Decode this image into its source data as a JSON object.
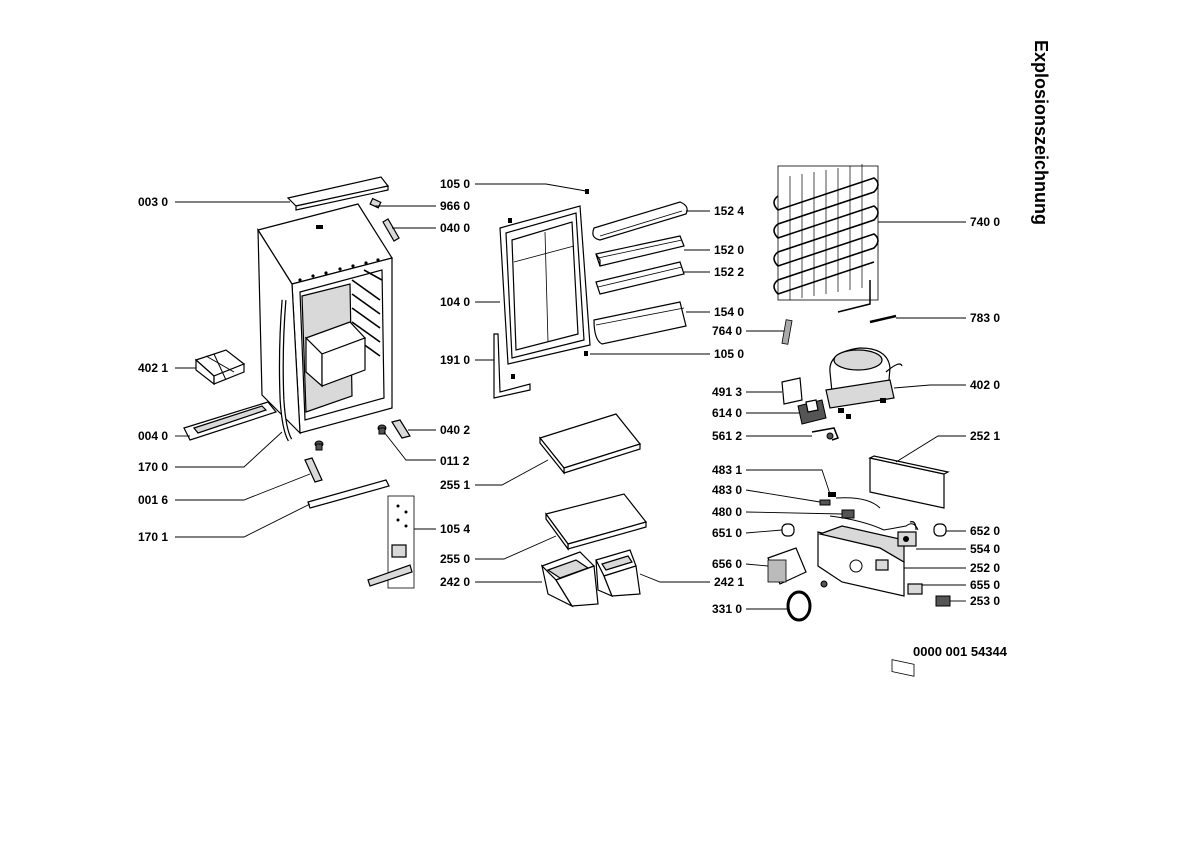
{
  "title": "Explosionszeichnung",
  "drawing_number": "0000 001 54344",
  "part_labels": [
    {
      "id": "p0030",
      "text": "003 0"
    },
    {
      "id": "p9660",
      "text": "966 0"
    },
    {
      "id": "p0400a",
      "text": "040 0"
    },
    {
      "id": "p4021",
      "text": "402 1"
    },
    {
      "id": "p0040",
      "text": "004 0"
    },
    {
      "id": "p1700",
      "text": "170 0"
    },
    {
      "id": "p0016",
      "text": "001 6"
    },
    {
      "id": "p1701",
      "text": "170 1"
    },
    {
      "id": "p0402",
      "text": "040 2"
    },
    {
      "id": "p0112",
      "text": "011 2"
    },
    {
      "id": "p1054",
      "text": "105 4"
    },
    {
      "id": "p1050a",
      "text": "105 0"
    },
    {
      "id": "p1040",
      "text": "104 0"
    },
    {
      "id": "p1910",
      "text": "191 0"
    },
    {
      "id": "p1524",
      "text": "152 4"
    },
    {
      "id": "p1520",
      "text": "152 0"
    },
    {
      "id": "p1522",
      "text": "152 2"
    },
    {
      "id": "p1540",
      "text": "154 0"
    },
    {
      "id": "p1050b",
      "text": "105 0"
    },
    {
      "id": "p2551",
      "text": "255 1"
    },
    {
      "id": "p2550",
      "text": "255 0"
    },
    {
      "id": "p2420",
      "text": "242 0"
    },
    {
      "id": "p2421",
      "text": "242 1"
    },
    {
      "id": "p7400",
      "text": "740 0"
    },
    {
      "id": "p7640",
      "text": "764 0"
    },
    {
      "id": "p7830",
      "text": "783 0"
    },
    {
      "id": "p4913",
      "text": "491 3"
    },
    {
      "id": "p4020",
      "text": "402 0"
    },
    {
      "id": "p6140",
      "text": "614 0"
    },
    {
      "id": "p5612",
      "text": "561 2"
    },
    {
      "id": "p2521",
      "text": "252 1"
    },
    {
      "id": "p4831",
      "text": "483 1"
    },
    {
      "id": "p4830",
      "text": "483 0"
    },
    {
      "id": "p4800",
      "text": "480 0"
    },
    {
      "id": "p6510",
      "text": "651 0"
    },
    {
      "id": "p6520",
      "text": "652 0"
    },
    {
      "id": "p5540",
      "text": "554 0"
    },
    {
      "id": "p6560",
      "text": "656 0"
    },
    {
      "id": "p2520",
      "text": "252 0"
    },
    {
      "id": "p6550",
      "text": "655 0"
    },
    {
      "id": "p2530",
      "text": "253 0"
    },
    {
      "id": "p3310",
      "text": "331 0"
    }
  ]
}
